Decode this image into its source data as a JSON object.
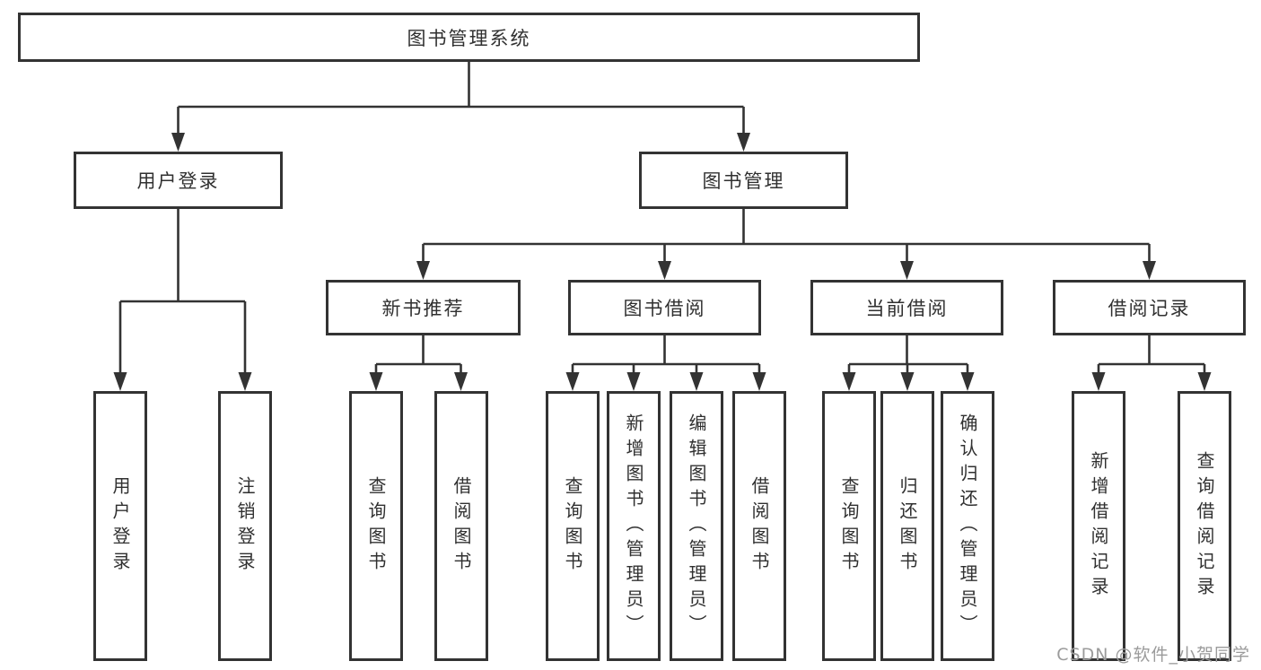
{
  "diagram": {
    "root": "图书管理系统",
    "user_login": {
      "label": "用户登录",
      "children": [
        "用户登录",
        "注销登录"
      ]
    },
    "book_management": {
      "label": "图书管理",
      "sections": {
        "new_book_recommend": {
          "label": "新书推荐",
          "children": [
            "查询图书",
            "借阅图书"
          ]
        },
        "book_borrow": {
          "label": "图书借阅",
          "children": [
            "查询图书",
            "新增图书（管理员）",
            "编辑图书（管理员）",
            "借阅图书"
          ]
        },
        "current_borrow": {
          "label": "当前借阅",
          "children": [
            "查询图书",
            "归还图书",
            "确认归还（管理员）"
          ]
        },
        "borrow_records": {
          "label": "借阅记录",
          "children": [
            "新增借阅记录",
            "查询借阅记录"
          ]
        }
      }
    }
  },
  "watermark": "CSDN @软件_小贺同学",
  "colors": {
    "line": "#333333",
    "text": "#303030",
    "watermark": "#9b9b9b",
    "background": "#ffffff"
  }
}
